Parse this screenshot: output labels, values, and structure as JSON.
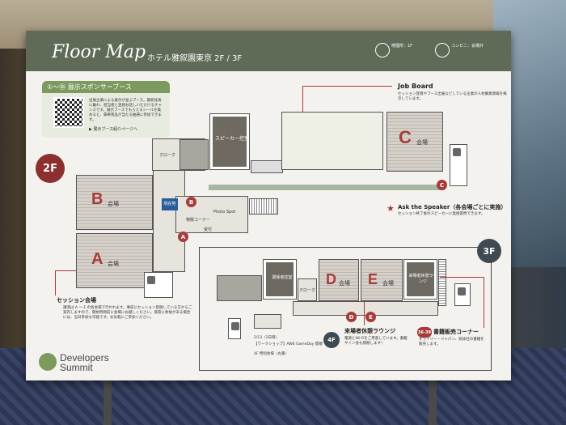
{
  "board": {
    "title": "Floor Map",
    "subtitle": "ホテル雅叙園東京 2F / 3F",
    "header_notes": [
      {
        "icon": "water-icon",
        "text": "喫煙所：1F"
      },
      {
        "icon": "store-icon",
        "text": "コンビニ：会場外"
      }
    ],
    "sponsor_panel": {
      "title": "①～㉟ 展示スポンサーブース",
      "description": "出展企業による展示が並ぶブース。最新技術に触れ、担当者と直接お話しいただけるチャンスです。展示ブースでもらえるシールを集めると、豪華景品が当たる抽選に参加できます。",
      "link": "▶ 展示ブース紹介ページへ"
    },
    "floor_2f": {
      "badge": "2F",
      "hall_b": "B",
      "hall_a": "A",
      "hall_c": "C",
      "hall_word": "会場",
      "cloak": "クローク",
      "speaker_room": "スピーカー控室",
      "current_location": "現在地",
      "reception": "受付",
      "registration_corner": "物販コーナー",
      "photo_spot": "Photo Spot",
      "job_board_title": "Job Board",
      "job_board_text": "セッション登壇やブース出展などしている企業の人材募集情報を掲示しています。",
      "ask_title": "Ask the Speaker（各会場ごとに実施）",
      "ask_text": "セッション終了後のスピーカーに直接質問できます。",
      "session_title": "セッション会場",
      "session_text": "講演は A ～ E の各会場で行われます。事前にセッション登録している方からご案内しますので、開始時間前に会場にお越しください。満席に余裕がある場合には、当日参加も可能です。お気軽にご参加ください。"
    },
    "floor_3f": {
      "badge": "3F",
      "hall_d": "D",
      "hall_e": "E",
      "hall_word": "会場",
      "staff_room": "関係者控室",
      "cloak": "クローク",
      "speaker_lounge": "来場者休憩ラウンジ",
      "lounge_title": "来場者休憩ラウンジ",
      "lounge_text": "電源とWi-Fiをご用意しています。書籍サイン会も開催します！",
      "books_title": "書籍販売コーナー",
      "books_text": "オライリー・ジャパン、翔泳社の書籍を販売します。",
      "books_num": "36-39"
    },
    "floor_4f": {
      "badge": "4F",
      "line1": "2/13（1日目）",
      "line2": "【ワークショップ】AWS GameDay 開催",
      "line3": "4F 特別会場（丸重）"
    },
    "logo": {
      "line1": "Developers",
      "line2": "Summit"
    }
  },
  "colors": {
    "accent": "#a83a3a",
    "header": "#5f6a57",
    "green": "#7c9a5e"
  }
}
